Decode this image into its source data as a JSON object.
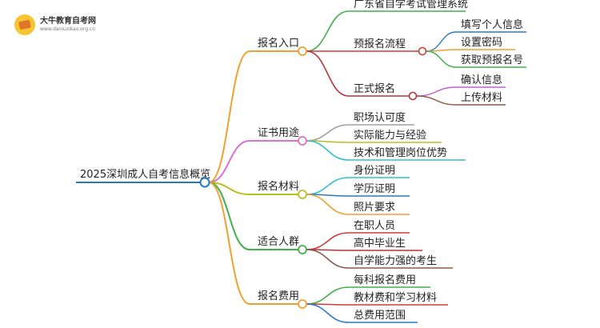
{
  "brand": {
    "name": "大牛教育自考网",
    "url": "www.daniuzikao.org.cn"
  },
  "root": {
    "label": "2025深圳成人自考信息概览"
  },
  "branches": [
    {
      "label": "报名入口",
      "color": "#f0a030",
      "children": [
        {
          "label": "广东省自学考试管理系统",
          "color": "#3fb04a",
          "children": []
        },
        {
          "label": "预报名流程",
          "color": "#d03a3a",
          "children": [
            {
              "label": "填写个人信息",
              "color": "#2878c8"
            },
            {
              "label": "设置密码",
              "color": "#f0a030"
            },
            {
              "label": "获取预报名号",
              "color": "#3fb04a"
            }
          ]
        },
        {
          "label": "正式报名",
          "color": "#b8323c",
          "children": [
            {
              "label": "确认信息",
              "color": "#c060d0"
            },
            {
              "label": "上传材料",
              "color": "#8a5a4a"
            }
          ]
        }
      ]
    },
    {
      "label": "证书用途",
      "color": "#e070d0",
      "children": [
        {
          "label": "职场认可度",
          "color": "#a0a0a0",
          "children": []
        },
        {
          "label": "实际能力与经验",
          "color": "#b8c020",
          "children": []
        },
        {
          "label": "技术和管理岗位优势",
          "color": "#30c0d0",
          "children": []
        }
      ]
    },
    {
      "label": "报名材料",
      "color": "#b8c020",
      "children": [
        {
          "label": "身份证明",
          "color": "#30c0d0",
          "children": []
        },
        {
          "label": "学历证明",
          "color": "#2878c8",
          "children": []
        },
        {
          "label": "照片要求",
          "color": "#f0a030",
          "children": []
        }
      ]
    },
    {
      "label": "适合人群",
      "color": "#3fb04a",
      "children": [
        {
          "label": "在职人员",
          "color": "#d03a3a",
          "children": []
        },
        {
          "label": "高中毕业生",
          "color": "#b8323c",
          "children": []
        },
        {
          "label": "自学能力强的考生",
          "color": "#8a5a4a",
          "children": []
        }
      ]
    },
    {
      "label": "报名费用",
      "color": "#f0a030",
      "children": [
        {
          "label": "每科报名费用",
          "color": "#3fb04a",
          "children": []
        },
        {
          "label": "教材费和学习材料",
          "color": "#d03a3a",
          "children": []
        },
        {
          "label": "总费用范围",
          "color": "#2878c8",
          "children": []
        }
      ]
    }
  ],
  "root_color": "#2878c8"
}
